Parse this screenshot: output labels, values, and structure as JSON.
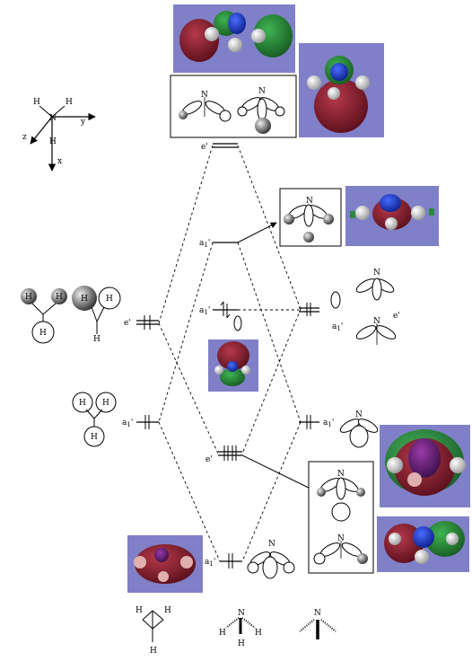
{
  "axes": {
    "x": "x",
    "y": "y",
    "z": "z",
    "n": "N",
    "h": "H"
  },
  "levels": {
    "e_prime_top": "e'",
    "a1_prime_mid": "a",
    "a1_prime_mid_sub": "1",
    "a1_prime_mid_prime": "'",
    "a1_prime_lone": "a",
    "a1_prime_lone_sub": "1",
    "a1_prime_lone_prime": "'",
    "e_prime_left": "e'",
    "a1_prime_left": "a",
    "a1_prime_left_sub": "1",
    "a1_prime_left_prime": "'",
    "e_prime_center": "e'",
    "a1_prime_bottom": "a",
    "a1_prime_bottom_sub": "1",
    "a1_prime_bottom_prime": "'",
    "a1_prime_right": "a",
    "a1_prime_right_sub": "1",
    "a1_prime_right_prime": "'",
    "a1_prime_rightlone": "a",
    "a1_prime_rightlone_sub": "1",
    "a1_prime_rightlone_prime": "'",
    "e_prime_right": "e'"
  },
  "atom_labels": {
    "h": "H",
    "n": "N"
  },
  "colors": {
    "render_bg": "#8080c8",
    "lobe_red": "#8a1c2c",
    "lobe_green": "#2a8a3a",
    "nitrogen_blue": "#1c3cd8",
    "hydrogen_white": "#f2f2f2"
  }
}
